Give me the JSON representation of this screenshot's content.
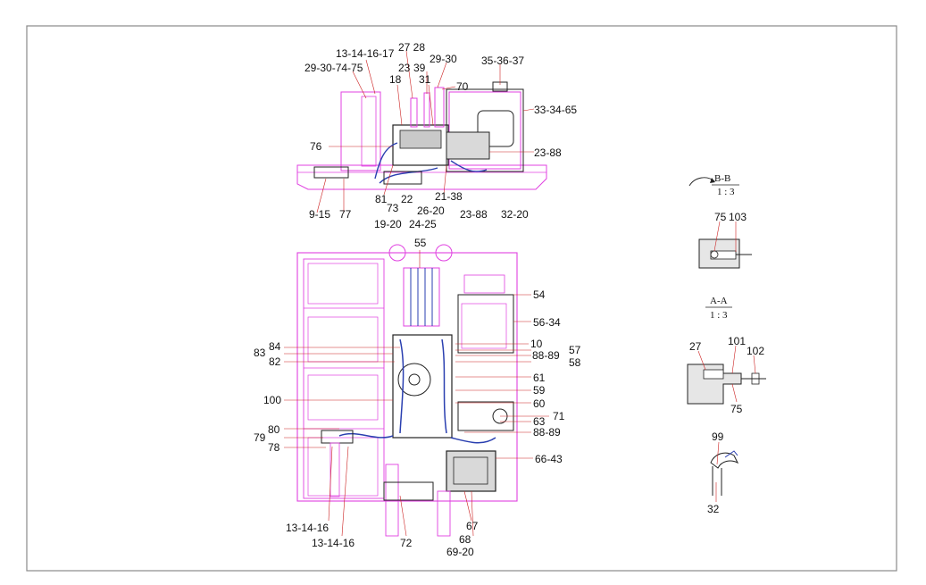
{
  "colors": {
    "frame": "#8a8a8a",
    "body": "#e040e0",
    "hose": "#2a3fb0",
    "detail": "#555555",
    "leader": "#cc2222",
    "text": "#111111"
  },
  "top_view_labels": {
    "l_13_14_16_17": "13-14-16-17",
    "l_29_30_74_75": "29-30-74-75",
    "l_27_28": "27 28",
    "l_23": "23",
    "l_39": "39",
    "l_29_30": "29-30",
    "l_35_36_37": "35-36-37",
    "l_18": "18",
    "l_31": "31",
    "l_70": "70",
    "l_33_34_65": "33-34-65",
    "l_76": "76",
    "l_23_88_right": "23-88",
    "l_81": "81",
    "l_22": "22",
    "l_73": "73",
    "l_21_38": "21-38",
    "l_9_15": "9-15",
    "l_77": "77",
    "l_26_20": "26-20",
    "l_23_88_bottom": "23-88",
    "l_32_20": "32-20",
    "l_19_20": "19-20",
    "l_24_25": "24-25"
  },
  "plan_view_labels": {
    "l_55": "55",
    "l_54": "54",
    "l_56_34": "56-34",
    "l_84": "84",
    "l_83": "83",
    "l_82": "82",
    "l_10": "10",
    "l_57": "57",
    "l_88_89_a": "88-89",
    "l_58": "58",
    "l_100": "100",
    "l_61": "61",
    "l_59": "59",
    "l_60": "60",
    "l_71": "71",
    "l_63": "63",
    "l_80": "80",
    "l_79": "79",
    "l_78": "78",
    "l_88_89_b": "88-89",
    "l_66_43": "66-43",
    "l_13_14_16_a": "13-14-16",
    "l_13_14_16_b": "13-14-16",
    "l_72": "72",
    "l_67": "67",
    "l_68": "68",
    "l_69_20": "69-20"
  },
  "section_bb": {
    "title": "B-B",
    "scale": "1 : 3",
    "l_75": "75",
    "l_103": "103"
  },
  "section_aa": {
    "title": "A-A",
    "scale": "1 : 3",
    "l_27": "27",
    "l_101": "101",
    "l_102": "102",
    "l_75": "75"
  },
  "detail_hose": {
    "l_99": "99",
    "l_32": "32"
  }
}
